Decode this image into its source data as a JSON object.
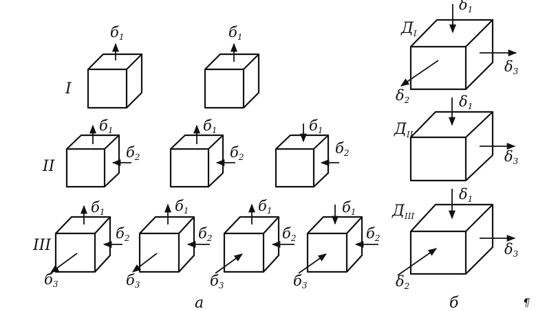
{
  "panel_a": {
    "label": "а",
    "rows": [
      {
        "label": "I",
        "cubes": [
          {
            "stresses": [
              "б1"
            ]
          },
          {
            "stresses": [
              "б1"
            ]
          }
        ]
      },
      {
        "label": "II",
        "cubes": [
          {
            "stresses": [
              "б1",
              "б2"
            ]
          },
          {
            "stresses": [
              "б1",
              "б2"
            ]
          },
          {
            "stresses": [
              "б1",
              "б2"
            ]
          }
        ]
      },
      {
        "label": "III",
        "cubes": [
          {
            "stresses": [
              "б1",
              "б2",
              "б3"
            ]
          },
          {
            "stresses": [
              "б1",
              "б2",
              "б3"
            ]
          },
          {
            "stresses": [
              "б1",
              "б2",
              "б3"
            ]
          },
          {
            "stresses": [
              "б1",
              "б2",
              "б3"
            ]
          }
        ]
      }
    ]
  },
  "panel_b": {
    "label": "б",
    "elements": [
      {
        "label": "Д",
        "subscript": "I",
        "stresses": [
          "δ1",
          "δ2",
          "δ3"
        ]
      },
      {
        "label": "Д",
        "subscript": "II",
        "stresses": [
          "δ1",
          "δ3"
        ]
      },
      {
        "label": "Д",
        "subscript": "III",
        "stresses": [
          "δ1",
          "δ2",
          "δ3"
        ]
      }
    ]
  },
  "symbols": {
    "sigma_a": "б",
    "sigma_b": "δ",
    "sub1": "1",
    "sub2": "2",
    "sub3": "3"
  },
  "pilcrow": "¶"
}
